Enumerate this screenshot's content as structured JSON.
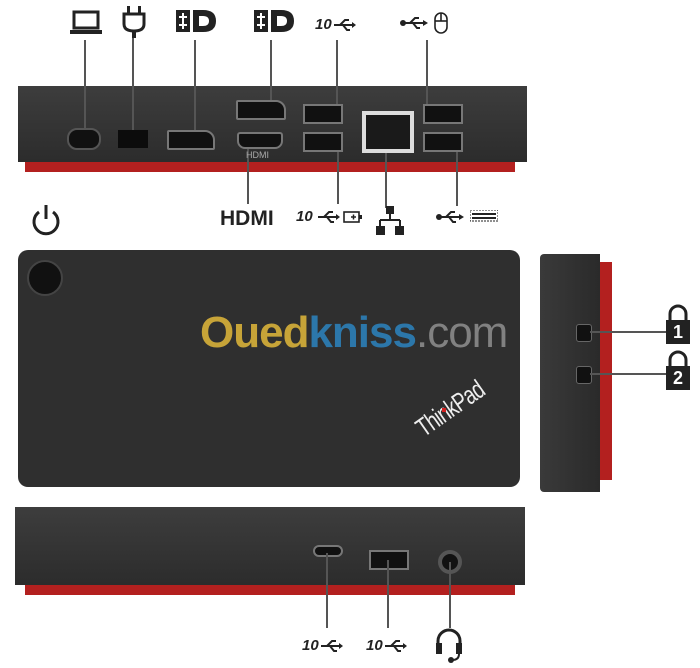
{
  "rear": {
    "hdmi_label": "HDMI",
    "hdmi_port_label": "HDMI",
    "usb_speed": "10"
  },
  "top": {
    "watermark": "Ouedkniss.com",
    "watermark_parts": [
      "Oued",
      "kniss",
      ".com"
    ],
    "logo": "ThinkPad"
  },
  "side": {
    "lock_1": "1",
    "lock_2": "2"
  },
  "front": {
    "usb_c_speed": "10",
    "usb_a_speed": "10"
  },
  "colors": {
    "accent_red": "#b3201f",
    "body": "#2f2f2f",
    "watermark_gold": "#d8b13a",
    "watermark_blue": "#2c7fb8"
  }
}
